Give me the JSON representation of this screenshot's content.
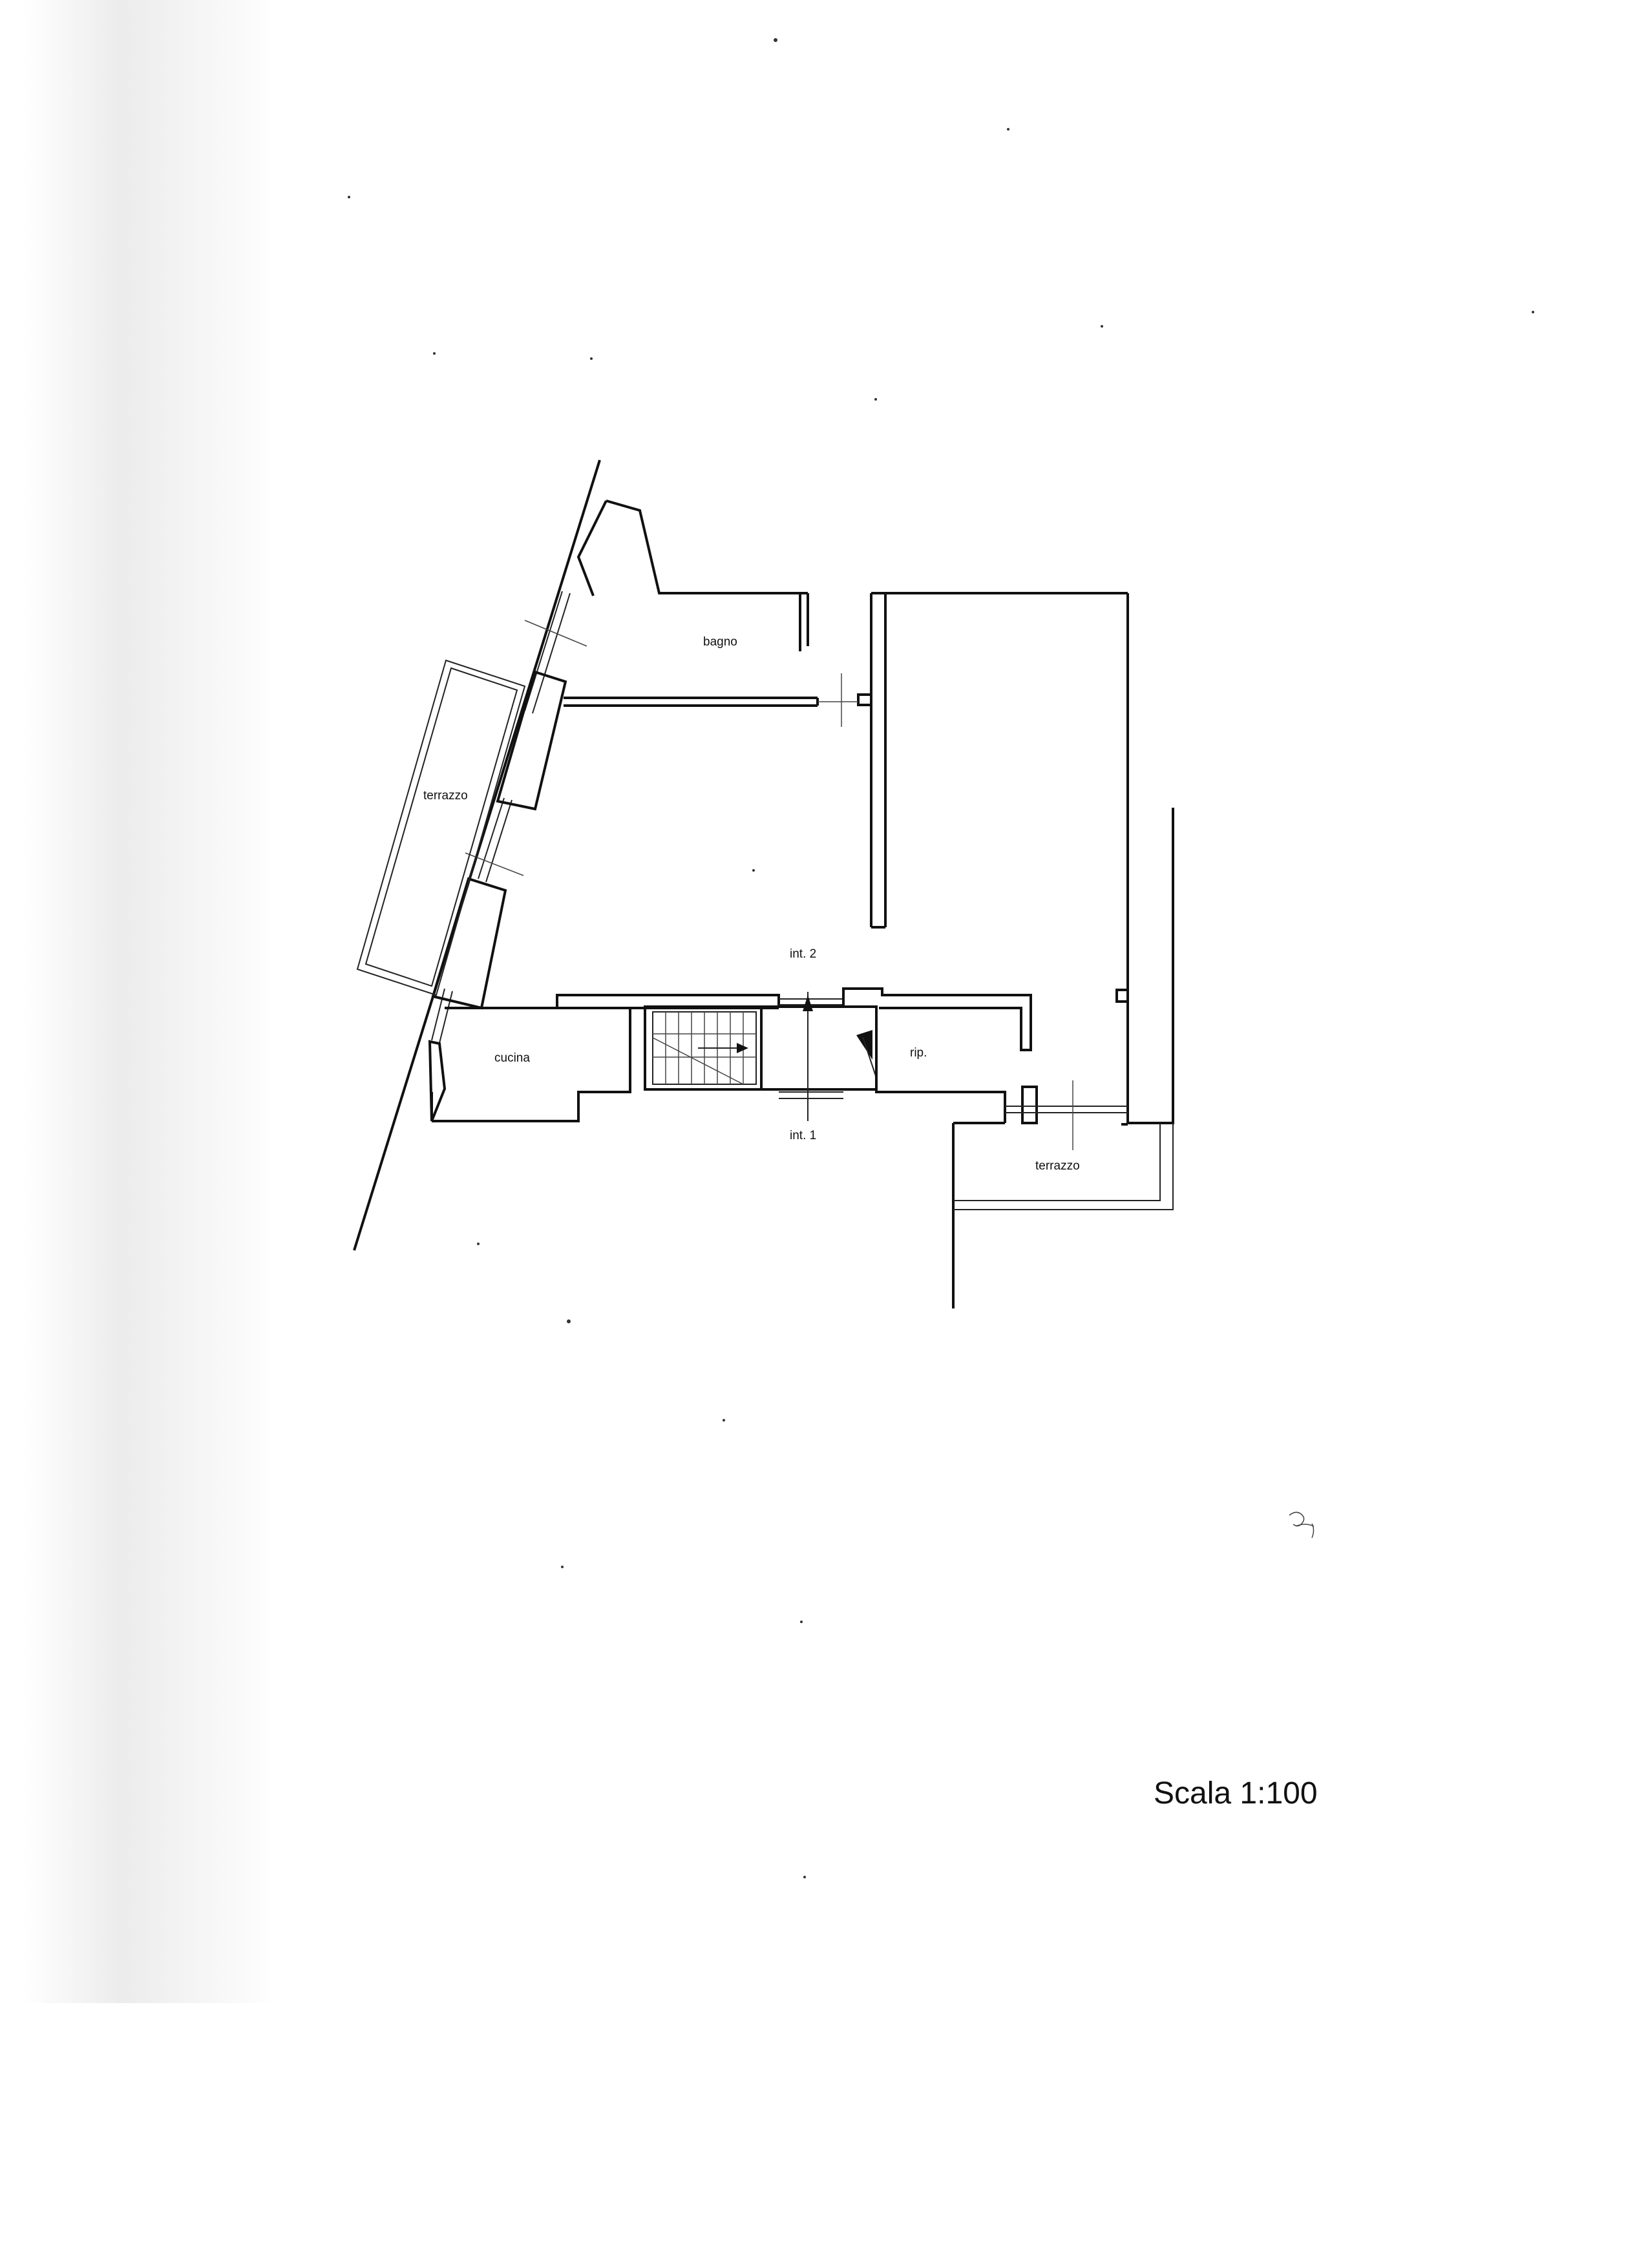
{
  "plan": {
    "rooms": {
      "bagno": "bagno",
      "terrazzo_west": "terrazzo",
      "cucina": "cucina",
      "rip": "rip.",
      "terrazzo_east": "terrazzo"
    },
    "landings": {
      "upper": "int. 2",
      "lower": "int. 1"
    }
  },
  "scale_label": "Scala 1:100"
}
